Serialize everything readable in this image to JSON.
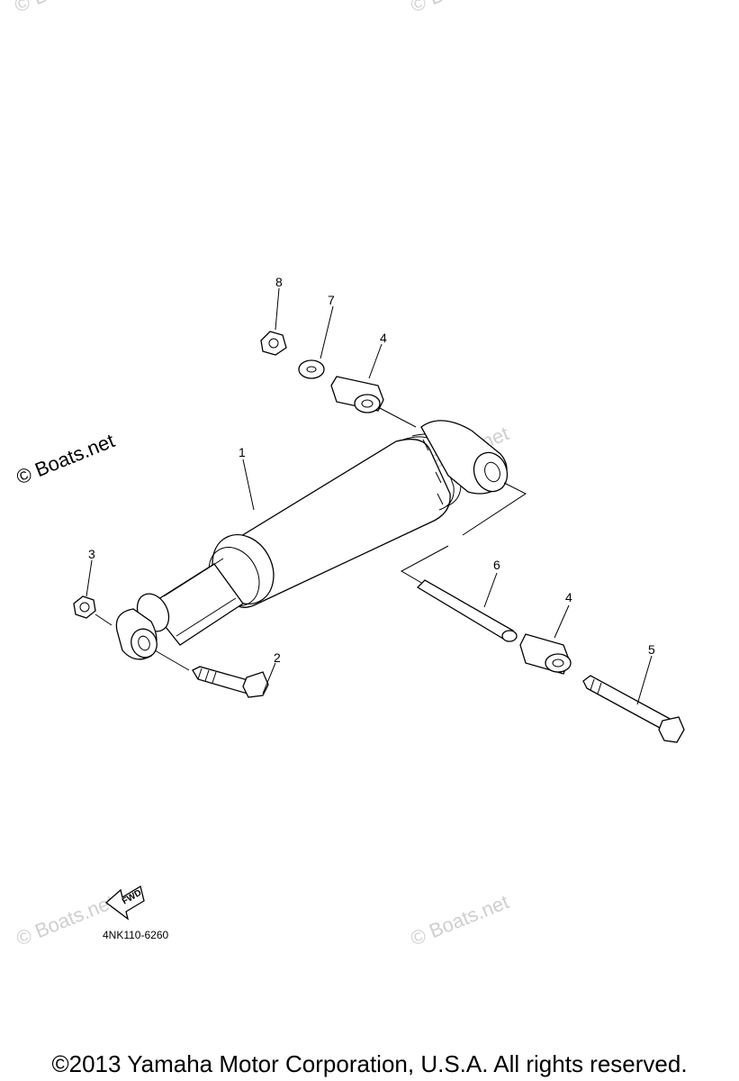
{
  "callouts": {
    "c1": "1",
    "c2": "2",
    "c3": "3",
    "c4a": "4",
    "c4b": "4",
    "c5": "5",
    "c6": "6",
    "c7": "7",
    "c8": "8"
  },
  "watermarks": {
    "main": "© Boats.net",
    "faint": "© Boats.net"
  },
  "fwd_label": "FWD",
  "part_code": "4NK110-6260",
  "copyright": "©2013 Yamaha Motor Corporation, U.S.A. All rights reserved."
}
